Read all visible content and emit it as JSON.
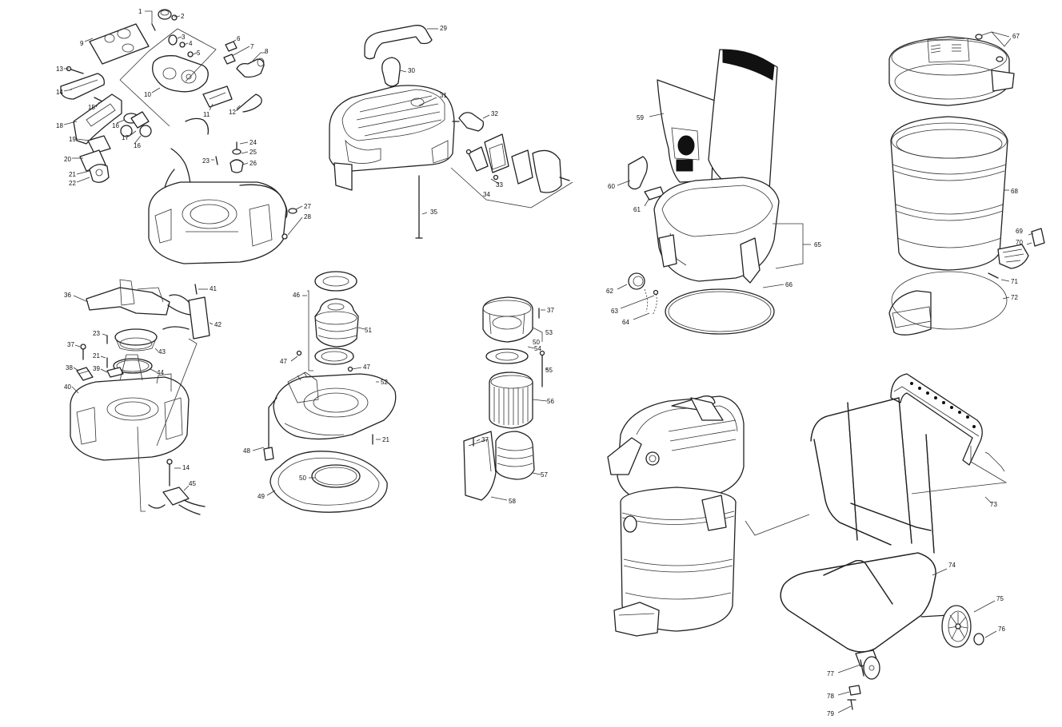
{
  "callouts": [
    {
      "id": "1",
      "text": "1"
    },
    {
      "id": "2",
      "text": "2"
    },
    {
      "id": "3",
      "text": "3"
    },
    {
      "id": "4",
      "text": "4"
    },
    {
      "id": "5",
      "text": "5"
    },
    {
      "id": "6",
      "text": "6"
    },
    {
      "id": "7",
      "text": "7"
    },
    {
      "id": "8",
      "text": "8"
    },
    {
      "id": "9",
      "text": "9"
    },
    {
      "id": "10",
      "text": "10"
    },
    {
      "id": "11",
      "text": "11"
    },
    {
      "id": "12",
      "text": "12"
    },
    {
      "id": "13",
      "text": "13"
    },
    {
      "id": "14",
      "text": "14"
    },
    {
      "id": "15",
      "text": "15"
    },
    {
      "id": "16",
      "text": "16"
    },
    {
      "id": "17",
      "text": "17"
    },
    {
      "id": "18",
      "text": "18"
    },
    {
      "id": "19",
      "text": "19"
    },
    {
      "id": "20",
      "text": "20"
    },
    {
      "id": "21",
      "text": "21"
    },
    {
      "id": "22",
      "text": "22"
    },
    {
      "id": "23",
      "text": "23"
    },
    {
      "id": "24",
      "text": "24"
    },
    {
      "id": "25",
      "text": "25"
    },
    {
      "id": "26",
      "text": "26"
    },
    {
      "id": "27",
      "text": "27"
    },
    {
      "id": "28",
      "text": "28"
    },
    {
      "id": "29",
      "text": "29"
    },
    {
      "id": "30",
      "text": "30"
    },
    {
      "id": "31",
      "text": "31"
    },
    {
      "id": "32",
      "text": "32"
    },
    {
      "id": "33",
      "text": "33"
    },
    {
      "id": "34",
      "text": "34"
    },
    {
      "id": "35",
      "text": "35"
    },
    {
      "id": "36",
      "text": "36"
    },
    {
      "id": "37",
      "text": "37"
    },
    {
      "id": "38",
      "text": "38"
    },
    {
      "id": "39",
      "text": "39"
    },
    {
      "id": "40",
      "text": "40"
    },
    {
      "id": "41",
      "text": "41"
    },
    {
      "id": "42",
      "text": "42"
    },
    {
      "id": "43",
      "text": "43"
    },
    {
      "id": "44",
      "text": "44"
    },
    {
      "id": "45",
      "text": "45"
    },
    {
      "id": "46",
      "text": "46"
    },
    {
      "id": "47",
      "text": "47"
    },
    {
      "id": "48",
      "text": "48"
    },
    {
      "id": "49",
      "text": "49"
    },
    {
      "id": "50",
      "text": "50"
    },
    {
      "id": "51",
      "text": "51"
    },
    {
      "id": "52",
      "text": "52"
    },
    {
      "id": "53",
      "text": "53"
    },
    {
      "id": "54",
      "text": "54"
    },
    {
      "id": "55",
      "text": "55"
    },
    {
      "id": "56",
      "text": "56"
    },
    {
      "id": "57",
      "text": "57"
    },
    {
      "id": "58",
      "text": "58"
    },
    {
      "id": "59",
      "text": "59"
    },
    {
      "id": "60",
      "text": "60"
    },
    {
      "id": "61",
      "text": "61"
    },
    {
      "id": "62",
      "text": "62"
    },
    {
      "id": "63",
      "text": "63"
    },
    {
      "id": "64",
      "text": "64"
    },
    {
      "id": "65",
      "text": "65"
    },
    {
      "id": "66",
      "text": "66"
    },
    {
      "id": "67",
      "text": "67"
    },
    {
      "id": "68",
      "text": "68"
    },
    {
      "id": "69",
      "text": "69"
    },
    {
      "id": "70",
      "text": "70"
    },
    {
      "id": "71",
      "text": "71"
    },
    {
      "id": "72",
      "text": "72"
    },
    {
      "id": "73",
      "text": "73"
    },
    {
      "id": "74",
      "text": "74"
    },
    {
      "id": "75",
      "text": "75"
    },
    {
      "id": "76",
      "text": "76"
    },
    {
      "id": "77",
      "text": "77"
    },
    {
      "id": "78",
      "text": "78"
    },
    {
      "id": "79",
      "text": "79"
    }
  ]
}
